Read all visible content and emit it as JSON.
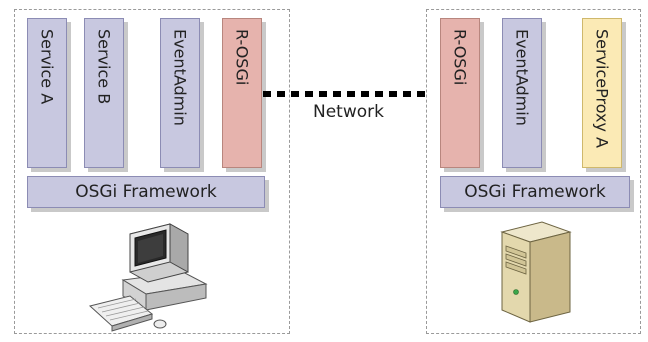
{
  "left_node": {
    "bundles": [
      {
        "label": "Service A"
      },
      {
        "label": "Service B"
      },
      {
        "label": "EventAdmin"
      },
      {
        "label": "R-OSGi"
      }
    ],
    "framework_label": "OSGi Framework",
    "icon": "desktop-computer-icon"
  },
  "right_node": {
    "bundles": [
      {
        "label": "R-OSGi"
      },
      {
        "label": "EventAdmin"
      },
      {
        "label": "ServiceProxy A"
      }
    ],
    "framework_label": "OSGi Framework",
    "icon": "server-tower-icon"
  },
  "network": {
    "label": "Network"
  },
  "colors": {
    "bundle_purple": "#c8c8e0",
    "bundle_red": "#e6b3ad",
    "bundle_yellow": "#fbeab5",
    "network_line": "#000000"
  }
}
